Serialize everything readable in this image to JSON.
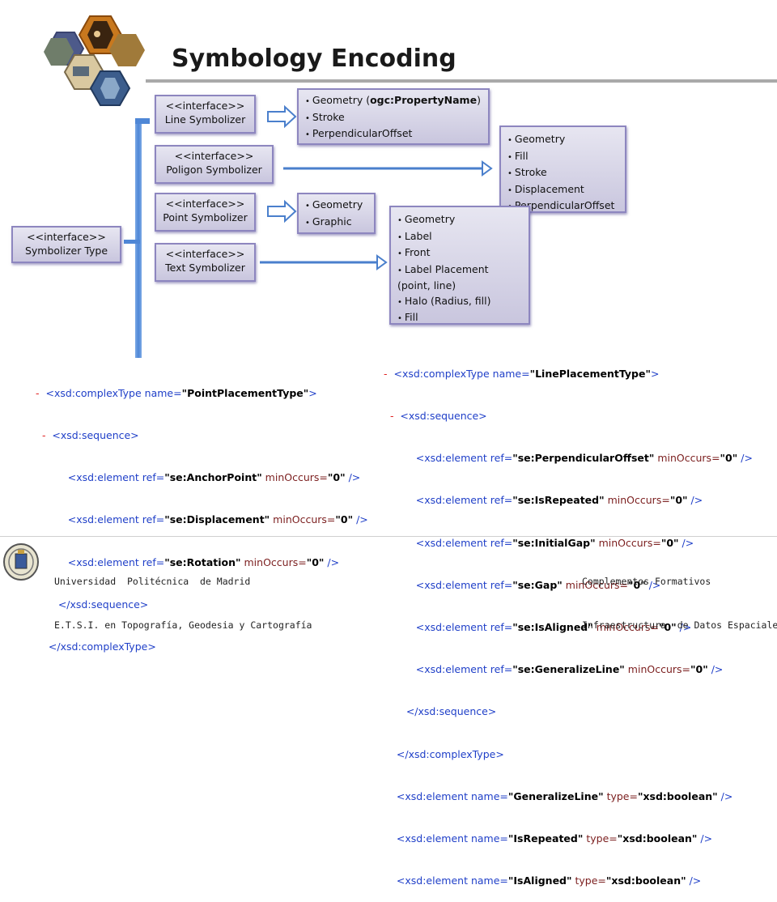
{
  "title": "Symbology Encoding",
  "symbolizer_type": {
    "stereotype": "<<interface>>",
    "name": "Symbolizer Type"
  },
  "symbolizers": [
    {
      "stereotype": "<<interface>>",
      "name": "Line Symbolizer"
    },
    {
      "stereotype": "<<interface>>",
      "name": "Poligon Symbolizer"
    },
    {
      "stereotype": "<<interface>>",
      "name": "Point Symbolizer"
    },
    {
      "stereotype": "<<interface>>",
      "name": "Text Symbolizer"
    }
  ],
  "line_props": {
    "geometry": "Geometry (",
    "geometry_bold": "ogc:PropertyName",
    "geometry_end": ")",
    "items": [
      "Stroke",
      "PerpendicularOffset"
    ]
  },
  "polygon_props": [
    "Geometry",
    "Fill",
    "Stroke",
    "Displacement",
    "PerpendicularOffset"
  ],
  "point_props": [
    "Geometry",
    "Graphic"
  ],
  "text_props": [
    "Geometry",
    "Label",
    "Front",
    "Label Placement (point, line)",
    "Halo (Radius, fill)",
    "Fill"
  ],
  "point_xml": {
    "dash": "-",
    "complex_open_tag": "<xsd:complexType name=",
    "complex_name": "\"PointPlacementType\"",
    "seq_open": "<xsd:sequence>",
    "elem_open": "<xsd:element ref=",
    "min_attr": " minOccurs=",
    "min_value": "\"0\"",
    "close": " />",
    "end_bracket": ">",
    "elements": [
      "\"se:AnchorPoint\"",
      "\"se:Displacement\"",
      "\"se:Rotation\""
    ],
    "seq_close": "</xsd:sequence>",
    "complex_close": "</xsd:complexType>"
  },
  "line_xml": {
    "complex_name": "\"LinePlacementType\"",
    "elements": [
      "\"se:PerpendicularOffset\"",
      "\"se:IsRepeated\"",
      "\"se:InitialGap\"",
      "\"se:Gap\"",
      "\"se:IsAligned\"",
      "\"se:GeneralizeLine\""
    ],
    "name_elem_open": "<xsd:element name=",
    "type_attr": " type=",
    "named": [
      {
        "name": "\"GeneralizeLine\"",
        "type": "\"xsd:boolean\""
      },
      {
        "name": "\"IsRepeated\"",
        "type": "\"xsd:boolean\""
      },
      {
        "name": "\"IsAligned\"",
        "type": "\"xsd:boolean\""
      }
    ]
  },
  "footer": {
    "left_line1": "Universidad  Politécnica  de Madrid",
    "left_line2": "E.T.S.I. en Topografía, Geodesia y Cartografía",
    "right_line1": "Complementos Formativos",
    "right_line2": "Infraestructura  de Datos Espaciales"
  },
  "colors": {
    "box_border": "#8d86bf",
    "box_fill": "#d8d6e8",
    "connector": "#5b8fd6",
    "arrow": "#4a7fcc",
    "xml_tag": "#1f3fc8",
    "xml_attr": "#7b1e1e",
    "xml_dash": "#e02020"
  }
}
